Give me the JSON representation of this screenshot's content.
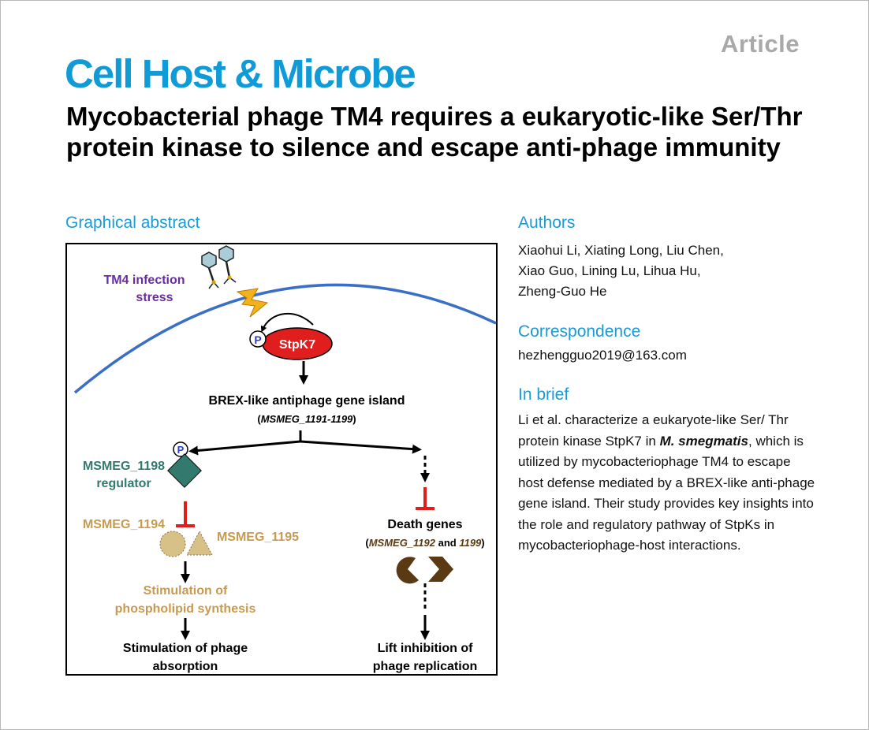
{
  "header": {
    "article_type": "Article",
    "journal": "Cell Host & Microbe",
    "title": "Mycobacterial phage TM4 requires a eukaryotic-like Ser/Thr protein kinase to silence and escape anti-phage immunity"
  },
  "sections": {
    "graphical_abstract": "Graphical abstract",
    "authors": "Authors",
    "correspondence": "Correspondence",
    "in_brief": "In brief"
  },
  "authors": {
    "line1": "Xiaohui Li, Xiating Long, Liu Chen,",
    "line2": "Xiao Guo, Lining Lu, Lihua Hu,",
    "line3": "Zheng-Guo He"
  },
  "correspondence_email": "hezhengguo2019@163.com",
  "in_brief": {
    "part1": "Li et al. characterize a eukaryote-like Ser/ Thr protein kinase StpK7 in ",
    "organism": "M. smegmatis",
    "part2": ", which is utilized by mycobacteriophage TM4 to escape host defense mediated by a BREX-like anti-phage gene island. Their study provides key insights into the role and regulatory pathway of StpKs in mycobacteriophage-host interactions."
  },
  "diagram": {
    "stress_line1": "TM4 infection",
    "stress_line2": "stress",
    "phospho": "P",
    "kinase": "StpK7",
    "island_label": "BREX-like antiphage gene island",
    "island_paren_open": "(",
    "island_genes": "MSMEG_1191-1199",
    "island_paren_close": ")",
    "regulator_line1": "MSMEG_1198",
    "regulator_line2": "regulator",
    "gene_1194": "MSMEG_1194",
    "gene_1195": "MSMEG_1195",
    "left_effect_line1": "Stimulation of",
    "left_effect_line2": "phospholipid synthesis",
    "left_outcome_line1": "Stimulation of phage",
    "left_outcome_line2": "absorption",
    "death_genes": "Death genes",
    "death_paren_open": "(",
    "death_gene_a": "MSMEG_1192",
    "death_and": " and ",
    "death_gene_b": "1199",
    "death_paren_close": ")",
    "right_outcome_line1": "Lift inhibition of",
    "right_outcome_line2": "phage replication"
  },
  "colors": {
    "journal": "#0f9bd7",
    "section_heads": "#1a9ad6",
    "membrane": "#3a6fc8",
    "stress_text": "#6b2c9e",
    "kinase": "#e01e1e",
    "regulator": "#327a6e",
    "gene_1194_1195": "#c69a50",
    "inhibition": "#e01e1e",
    "death_proteins": "#5a3a12",
    "lightning": "#f2b21b"
  }
}
